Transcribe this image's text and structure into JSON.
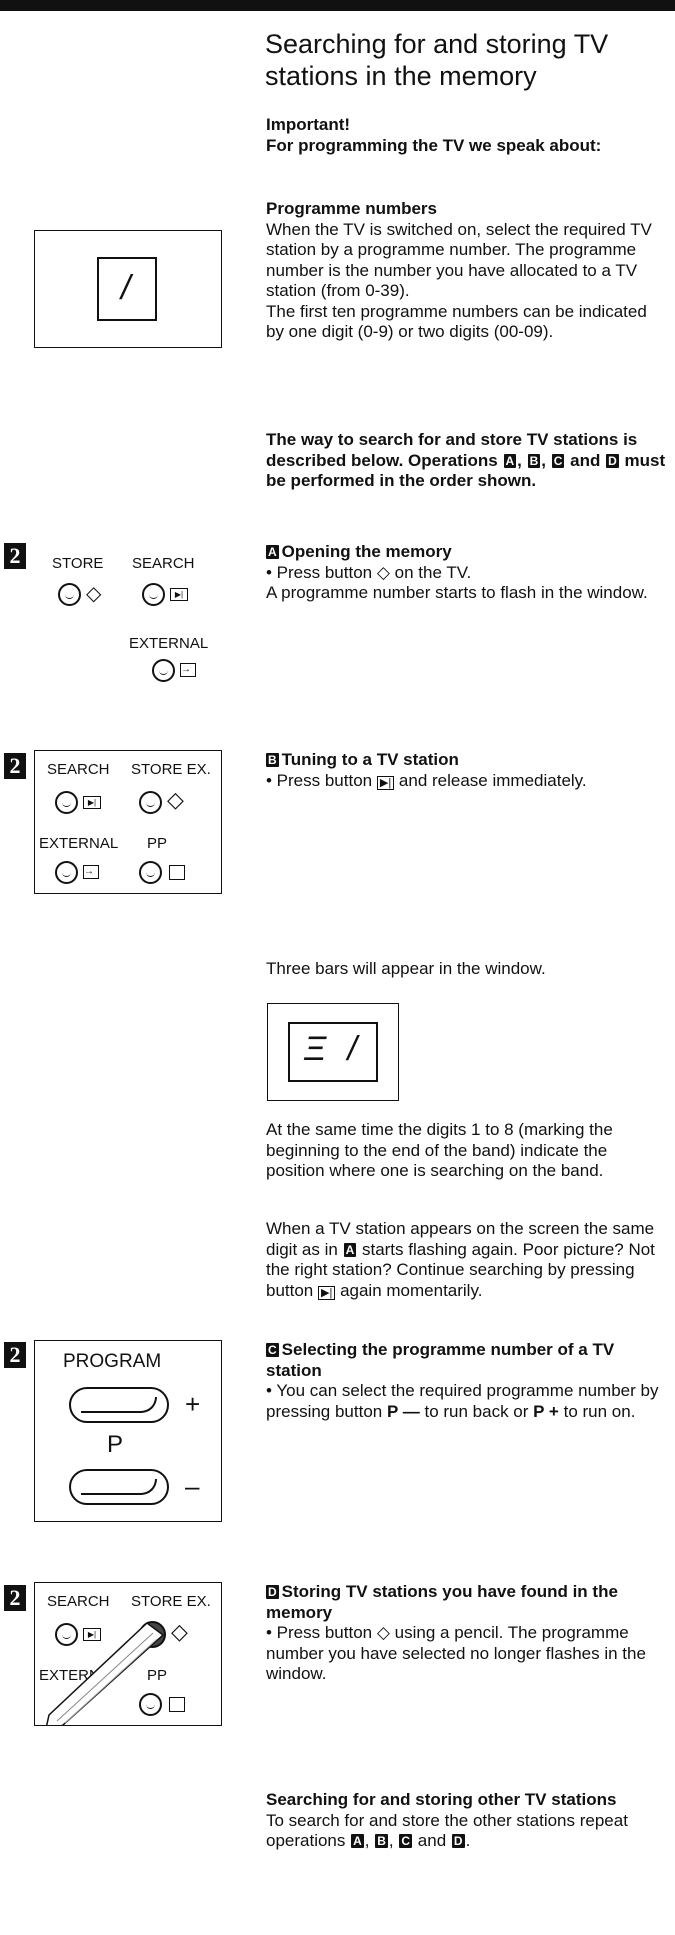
{
  "title": "Searching for and storing TV stations in the memory",
  "important": {
    "heading": "Important!",
    "text": "For programming the TV we speak about:"
  },
  "programme_numbers": {
    "heading": "Programme numbers",
    "text1": "When the TV is switched on, select the required TV station by a programme number. The programme number is the number you have allocated to a TV station (from 0-39).",
    "text2": "The first ten programme numbers can be indicated by one digit (0-9) or two digits (00-09)."
  },
  "intro": {
    "part1": "The way to search for and store TV stations is described below. Operations",
    "and": "and",
    "part2": "must be performed in the order shown."
  },
  "keys": {
    "a": "A",
    "b": "B",
    "c": "C",
    "d": "D"
  },
  "step_a": {
    "heading": "Opening the memory",
    "bullet_pre": "• Press button",
    "bullet_post": "on the TV.",
    "text": "A programme number starts to flash in the window."
  },
  "step_b": {
    "heading": "Tuning to a TV station",
    "bullet_pre": "• Press button",
    "bullet_post": "and release immediately.",
    "bars_text": "Three bars will appear in the window.",
    "digits_text": "At the same time the digits 1 to 8 (marking the beginning to the end of the band) indicate the position where one is searching on the band.",
    "station_pre": "When a TV station appears on the screen the same digit as in",
    "station_mid": "starts flashing again. Poor picture? Not the right station? Continue searching by pressing button",
    "station_post": "again momentarily."
  },
  "step_c": {
    "heading": "Selecting the programme number of a TV station",
    "bullet_pre": "• You can select the required programme number by pressing button",
    "p_minus": "P —",
    "mid": "to run back or",
    "p_plus": "P +",
    "end": "to run on."
  },
  "step_d": {
    "heading": "Storing TV stations you have found in the memory",
    "bullet_pre": "• Press button",
    "bullet_post": "using a pencil. The programme number you have selected no longer flashes in the window."
  },
  "other": {
    "heading": "Searching for and storing other TV stations",
    "text": "To search for and store the other stations repeat operations",
    "and": "and"
  },
  "display1": {
    "digit": "/"
  },
  "display2": {
    "digits": "Ξ /"
  },
  "panel_a": {
    "badge": "2",
    "store": "STORE",
    "search": "SEARCH",
    "external": "EXTERNAL"
  },
  "panel_b": {
    "badge": "2",
    "search": "SEARCH",
    "store_ex": "STORE EX.",
    "external": "EXTERNAL",
    "pp": "PP"
  },
  "panel_c": {
    "badge": "2",
    "program": "PROGRAM",
    "plus": "+",
    "p": "P",
    "minus": "–"
  },
  "panel_d": {
    "badge": "2",
    "search": "SEARCH",
    "store_ex": "STORE EX.",
    "external": "EXTERN",
    "pp": "PP"
  }
}
